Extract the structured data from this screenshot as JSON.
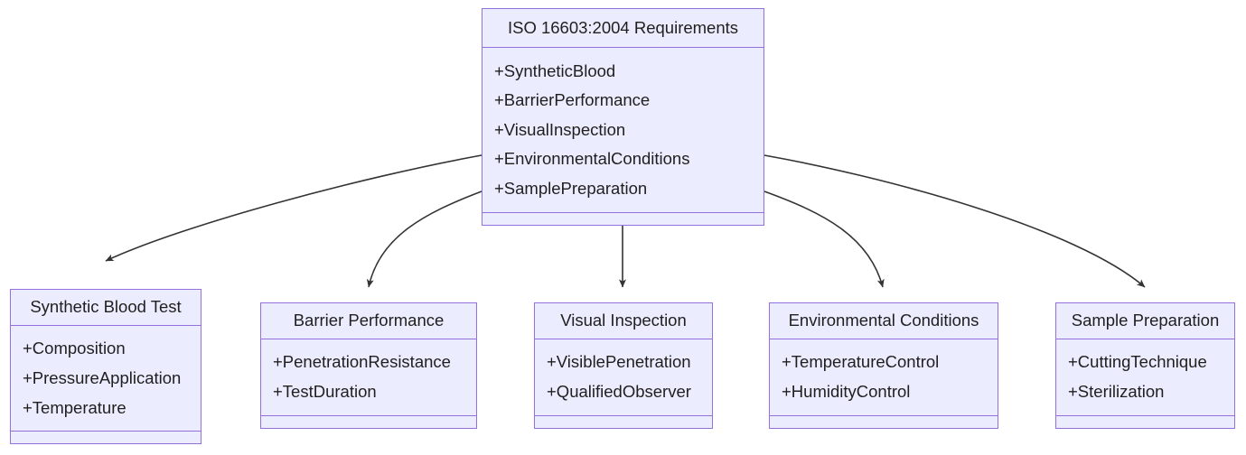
{
  "diagram": {
    "type": "uml-class-diagram",
    "background_color": "#ffffff",
    "node_fill_color": "#ececff",
    "node_border_color": "#9370db",
    "edge_color": "#333333",
    "text_color": "#1f1f1f",
    "root": {
      "title": "ISO 16603:2004 Requirements",
      "attributes": [
        "+SyntheticBlood",
        "+BarrierPerformance",
        "+VisualInspection",
        "+EnvironmentalConditions",
        "+SamplePreparation"
      ],
      "methods": []
    },
    "children": [
      {
        "title": "Synthetic Blood Test",
        "attributes": [
          "+Composition",
          "+PressureApplication",
          "+Temperature"
        ],
        "methods": []
      },
      {
        "title": "Barrier Performance",
        "attributes": [
          "+PenetrationResistance",
          "+TestDuration"
        ],
        "methods": []
      },
      {
        "title": "Visual Inspection",
        "attributes": [
          "+VisiblePenetration",
          "+QualifiedObserver"
        ],
        "methods": []
      },
      {
        "title": "Environmental Conditions",
        "attributes": [
          "+TemperatureControl",
          "+HumidityControl"
        ],
        "methods": []
      },
      {
        "title": "Sample Preparation",
        "attributes": [
          "+CuttingTechnique",
          "+Sterilization"
        ],
        "methods": []
      }
    ],
    "edges": [
      {
        "from": "ISO 16603:2004 Requirements",
        "to": "Synthetic Blood Test",
        "arrow": "filled-triangle"
      },
      {
        "from": "ISO 16603:2004 Requirements",
        "to": "Barrier Performance",
        "arrow": "filled-triangle"
      },
      {
        "from": "ISO 16603:2004 Requirements",
        "to": "Visual Inspection",
        "arrow": "filled-triangle"
      },
      {
        "from": "ISO 16603:2004 Requirements",
        "to": "Environmental Conditions",
        "arrow": "filled-triangle"
      },
      {
        "from": "ISO 16603:2004 Requirements",
        "to": "Sample Preparation",
        "arrow": "filled-triangle"
      }
    ]
  }
}
